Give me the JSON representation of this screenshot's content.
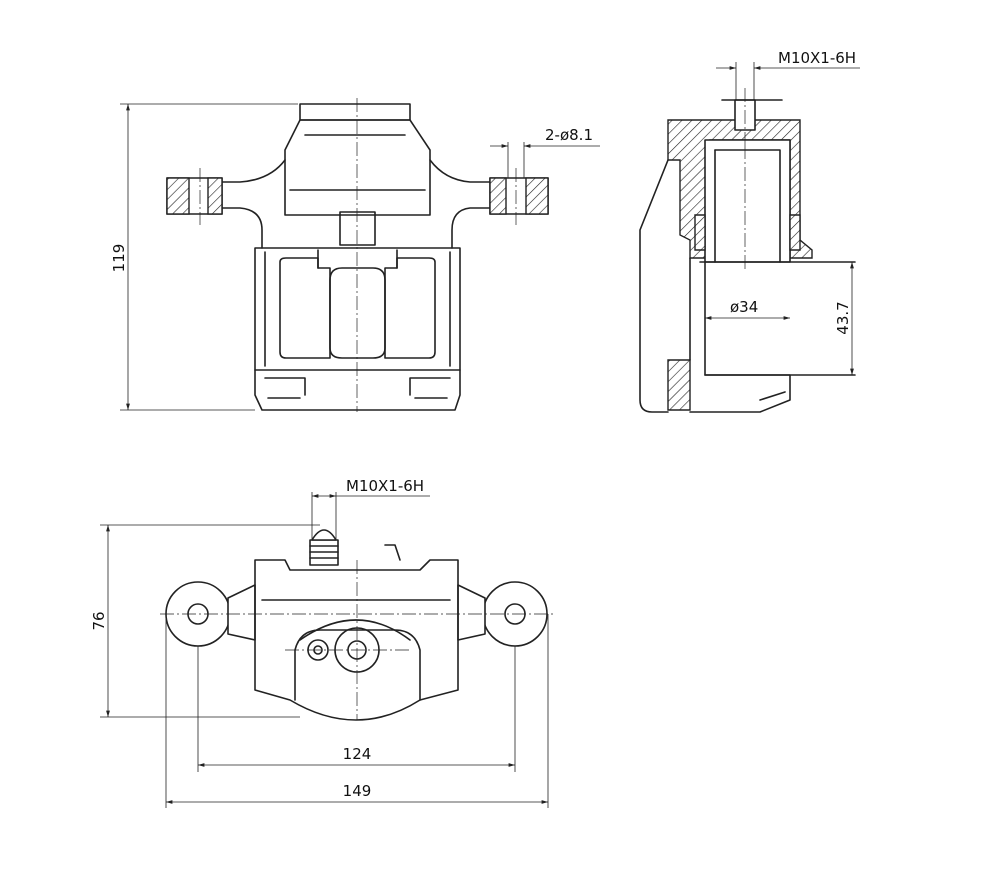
{
  "dimensions": {
    "height_front": "119",
    "bolt_holes": "2-ø8.1",
    "thread_side": "M10X1-6H",
    "piston_diameter": "ø34",
    "piston_depth": "43.7",
    "thread_top": "M10X1-6H",
    "height_top": "76",
    "hole_spacing": "124",
    "overall_width": "149"
  }
}
